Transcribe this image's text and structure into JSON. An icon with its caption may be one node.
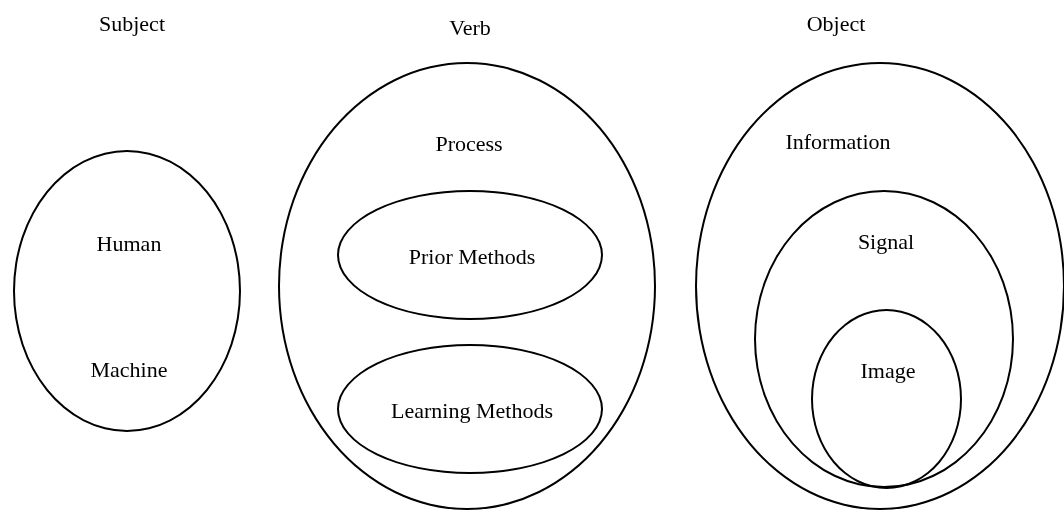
{
  "diagram": {
    "nodes": [
      {
        "text": [
          "Human",
          "Machine"
        ]
      },
      {
        "text": [
          "Process"
        ]
      },
      {
        "text": [
          "Prior Methods"
        ],
        "in": 1
      },
      {
        "text": [
          "Learning Methods"
        ],
        "in": 1
      },
      {
        "text": [
          "Information"
        ]
      },
      {
        "text": [
          "Signal"
        ],
        "in": 4
      },
      {
        "text": [
          "Image"
        ],
        "in": 5
      }
    ],
    "labels": [
      "Subject",
      "Verb",
      "Object"
    ]
  }
}
